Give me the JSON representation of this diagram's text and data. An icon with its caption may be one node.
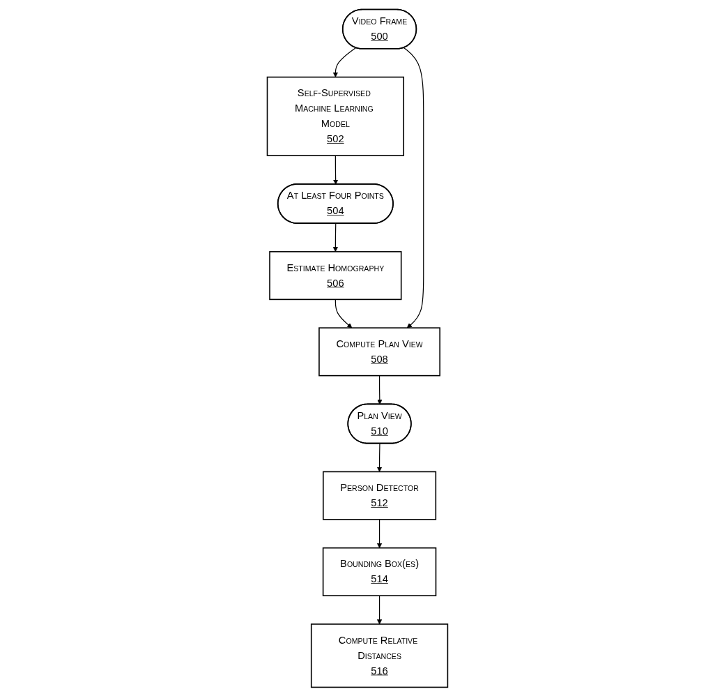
{
  "diagram": {
    "nodes": [
      {
        "text": [
          "Video Frame",
          "500"
        ]
      },
      {
        "text": [
          "Self-Supervised Machine Learning Model",
          "502"
        ]
      },
      {
        "text": [
          "At Least Four Points",
          "504"
        ]
      },
      {
        "text": [
          "Estimate Homography",
          "506"
        ]
      },
      {
        "text": [
          "Compute Plan View",
          "508"
        ]
      },
      {
        "text": [
          "Plan View",
          "510"
        ]
      },
      {
        "text": [
          "Person Detector",
          "512"
        ]
      },
      {
        "text": [
          "Bounding Box(es)",
          "514"
        ]
      },
      {
        "text": [
          "Compute Relative Distances",
          "516"
        ]
      }
    ],
    "edges": [
      {
        "from": 0,
        "to": 1,
        "arrow": "to"
      },
      {
        "from": 1,
        "to": 2,
        "arrow": "to"
      },
      {
        "from": 2,
        "to": 3,
        "arrow": "to"
      },
      {
        "from": 3,
        "to": 4,
        "arrow": "to"
      },
      {
        "from": 0,
        "to": 4,
        "arrow": "to"
      },
      {
        "from": 4,
        "to": 5,
        "arrow": "to"
      },
      {
        "from": 5,
        "to": 6,
        "arrow": "to"
      },
      {
        "from": 6,
        "to": 7,
        "arrow": "to"
      },
      {
        "from": 7,
        "to": 8,
        "arrow": "to"
      }
    ]
  }
}
